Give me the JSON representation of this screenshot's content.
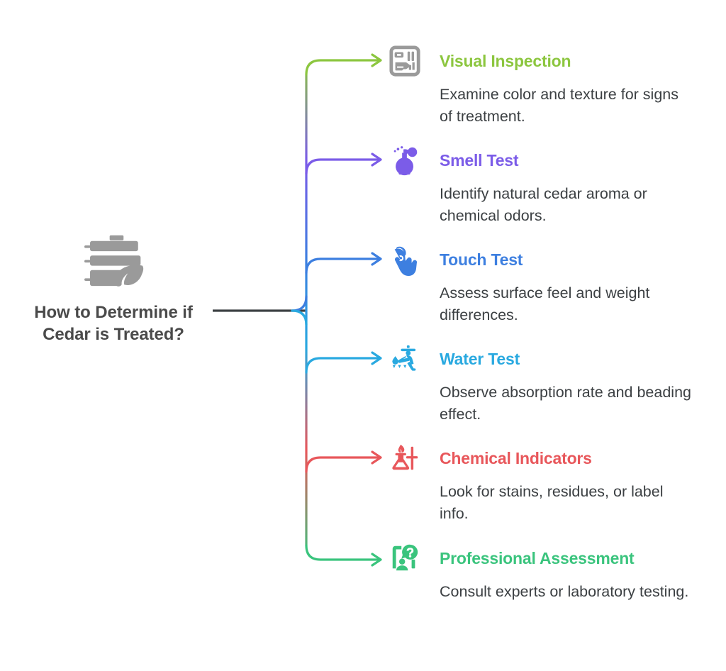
{
  "root": {
    "label": "How to Determine if\nCedar is Treated?",
    "icon": "stacked-wood-planks-leaf-icon",
    "icon_color": "#9a9a9a",
    "text_color": "#4a4a4a",
    "stem_color": "#3c4043"
  },
  "theme": {
    "background": "#ffffff",
    "description_color": "#3c4043"
  },
  "branches": [
    {
      "title": "Visual Inspection",
      "description": "Examine color and texture for signs of treatment.",
      "color": "#8cc63f",
      "icon": "wood-grain-inspect-icon",
      "icon_color": "#9a9a9a"
    },
    {
      "title": "Smell Test",
      "description": "Identify natural cedar aroma or chemical odors.",
      "color": "#7b5ce8",
      "icon": "nose-flask-smell-icon",
      "icon_color": "#7b5ce8"
    },
    {
      "title": "Touch Test",
      "description": "Assess surface feel and weight differences.",
      "color": "#3d7fe0",
      "icon": "hand-touch-icon",
      "icon_color": "#3d7fe0"
    },
    {
      "title": "Water Test",
      "description": "Observe absorption rate and beading effect.",
      "color": "#29a9e0",
      "icon": "watering-person-droplets-icon",
      "icon_color": "#29a9e0"
    },
    {
      "title": "Chemical Indicators",
      "description": "Look for stains, residues, or label info.",
      "color": "#e8575b",
      "icon": "bunsen-burner-flask-icon",
      "icon_color": "#e8575b"
    },
    {
      "title": "Professional Assessment",
      "description": "Consult experts or laboratory testing.",
      "color": "#3ac47d",
      "icon": "expert-question-icon",
      "icon_color": "#3ac47d"
    }
  ],
  "chart_data": {
    "type": "diagram",
    "title": "How to Determine if Cedar is Treated?",
    "layout": "horizontal-root-with-vertical-spine-branches",
    "node_count": 7,
    "branch_count": 6,
    "categories": [
      "Visual Inspection",
      "Smell Test",
      "Touch Test",
      "Water Test",
      "Chemical Indicators",
      "Professional Assessment"
    ]
  }
}
